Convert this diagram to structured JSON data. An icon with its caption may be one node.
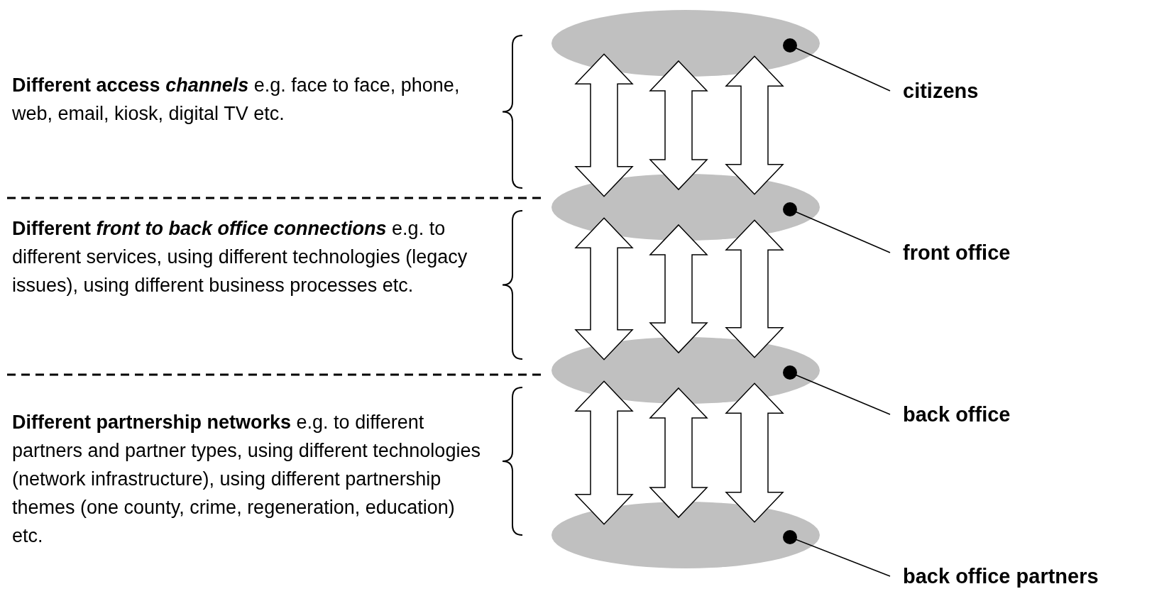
{
  "diagram": {
    "nodes": [
      {
        "text": [],
        "shape": "ellipse"
      },
      {
        "text": [],
        "shape": "ellipse"
      },
      {
        "text": [],
        "shape": "ellipse"
      },
      {
        "text": [],
        "shape": "ellipse"
      },
      {
        "text": [
          "citizens"
        ]
      },
      {
        "text": [
          "front office"
        ]
      },
      {
        "text": [
          "back office"
        ]
      },
      {
        "text": [
          "back office partners"
        ]
      }
    ],
    "edges": [
      {
        "from": 0,
        "to": 1,
        "arrow": "both"
      },
      {
        "from": 0,
        "to": 1,
        "arrow": "both"
      },
      {
        "from": 0,
        "to": 1,
        "arrow": "both"
      },
      {
        "from": 1,
        "to": 2,
        "arrow": "both"
      },
      {
        "from": 1,
        "to": 2,
        "arrow": "both"
      },
      {
        "from": 1,
        "to": 2,
        "arrow": "both"
      },
      {
        "from": 2,
        "to": 3,
        "arrow": "both"
      },
      {
        "from": 2,
        "to": 3,
        "arrow": "both"
      },
      {
        "from": 2,
        "to": 3,
        "arrow": "both"
      },
      {
        "from": 4,
        "to": 0,
        "arrow": "other"
      },
      {
        "from": 5,
        "to": 1,
        "arrow": "other"
      },
      {
        "from": 6,
        "to": 2,
        "arrow": "other"
      },
      {
        "from": 7,
        "to": 3,
        "arrow": "other"
      }
    ],
    "labels": [
      "**Different access** *channels* e.g. face to face, phone, web, email, kiosk, digital TV etc.",
      "**Different** *front to back office connections* e.g. to different services, using different technologies (legacy issues), using different business processes etc.",
      "**Different partnership networks** e.g. to different partners and partner types, using different technologies (network infrastructure), using different partnership themes (one county, crime, regeneration, education) etc."
    ]
  }
}
